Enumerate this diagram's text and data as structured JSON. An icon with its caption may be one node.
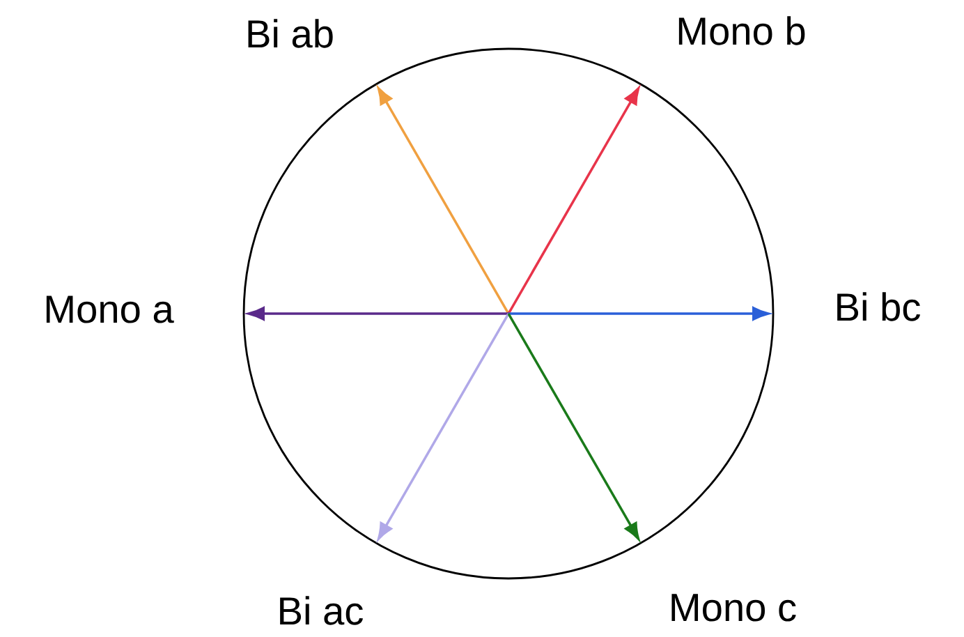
{
  "diagram": {
    "nodes": [
      {
        "text": [
          "Bi ab"
        ]
      },
      {
        "text": [
          "Mono b"
        ]
      },
      {
        "text": [
          "Mono a"
        ]
      },
      {
        "text": [
          "Bi bc"
        ]
      },
      {
        "text": [
          "Bi ac"
        ]
      },
      {
        "text": [
          "Mono c"
        ]
      }
    ],
    "edges": [
      {
        "from": null,
        "to": 0,
        "arrow": "to",
        "color": "#f0a040"
      },
      {
        "from": null,
        "to": 1,
        "arrow": "to",
        "color": "#e8344a"
      },
      {
        "from": null,
        "to": 2,
        "arrow": "to",
        "color": "#5a2a8a"
      },
      {
        "from": null,
        "to": 3,
        "arrow": "to",
        "color": "#2a5fd8"
      },
      {
        "from": null,
        "to": 4,
        "arrow": "to",
        "color": "#b0a8e8"
      },
      {
        "from": null,
        "to": 5,
        "arrow": "to",
        "color": "#1a7a1a"
      }
    ]
  }
}
